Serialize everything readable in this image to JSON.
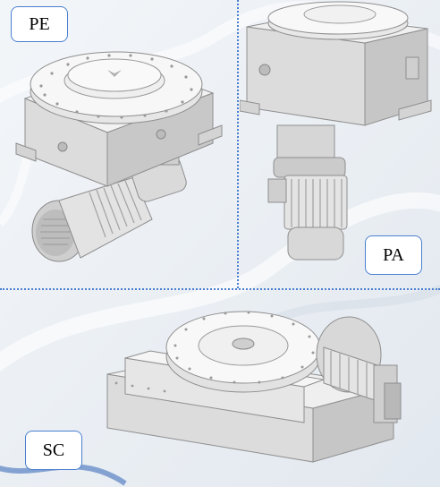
{
  "panels": {
    "pe": {
      "label": "PE"
    },
    "pa": {
      "label": "PA"
    },
    "sc": {
      "label": "SC"
    }
  },
  "colors": {
    "divider": "#4a7fd0",
    "label_border": "#4a7fd0",
    "label_bg": "#ffffff",
    "metal_light": "#f4f4f4",
    "metal_mid": "#d6d6d6",
    "metal_dark": "#a9a9a9"
  }
}
